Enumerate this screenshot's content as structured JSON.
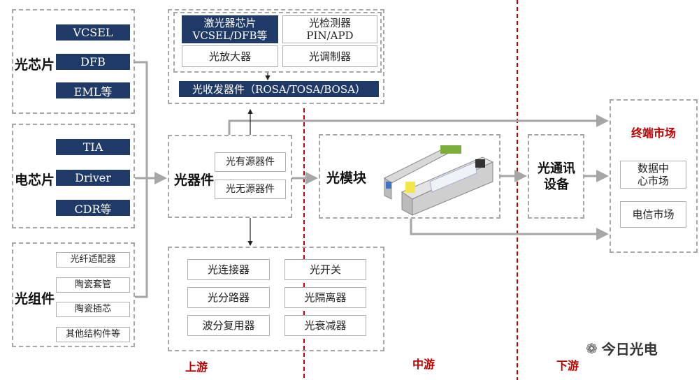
{
  "chips": {
    "label": "光芯片",
    "items": [
      "VCSEL",
      "DFB",
      "EML等"
    ]
  },
  "electric_chips": {
    "label": "电芯片",
    "items": [
      "TIA",
      "Driver",
      "CDR等"
    ]
  },
  "components": {
    "label": "光组件",
    "items": [
      "光纤适配器",
      "陶瓷套管",
      "陶瓷插芯",
      "其他结构件等"
    ]
  },
  "transceiver_parts": {
    "laser_line1": "激光器芯片",
    "laser_line2": "VCSEL/DFB等",
    "detector_line1": "光检测器",
    "detector_line2": "PIN/APD",
    "amplifier": "光放大器",
    "modulator": "光调制器",
    "assembly": "光收发器件（ROSA/TOSA/BOSA）"
  },
  "devices": {
    "label": "光器件",
    "active": "光有源器件",
    "passive": "光无源器件"
  },
  "passive_list": [
    "光连接器",
    "光开关",
    "光分路器",
    "光隔离器",
    "波分复用器",
    "光衰减器"
  ],
  "module": {
    "label": "光模块"
  },
  "equipment": {
    "label": "光通讯设备"
  },
  "market": {
    "title": "终端市场",
    "datacenter": "数据中心市场",
    "telecom": "电信市场"
  },
  "stages": {
    "upstream": "上游",
    "midstream": "中游",
    "downstream": "下游"
  },
  "watermark": "今日光电",
  "colors": {
    "dark": "#1f3a66",
    "accent_red": "#c00000",
    "connector": "#a6a6a6"
  }
}
